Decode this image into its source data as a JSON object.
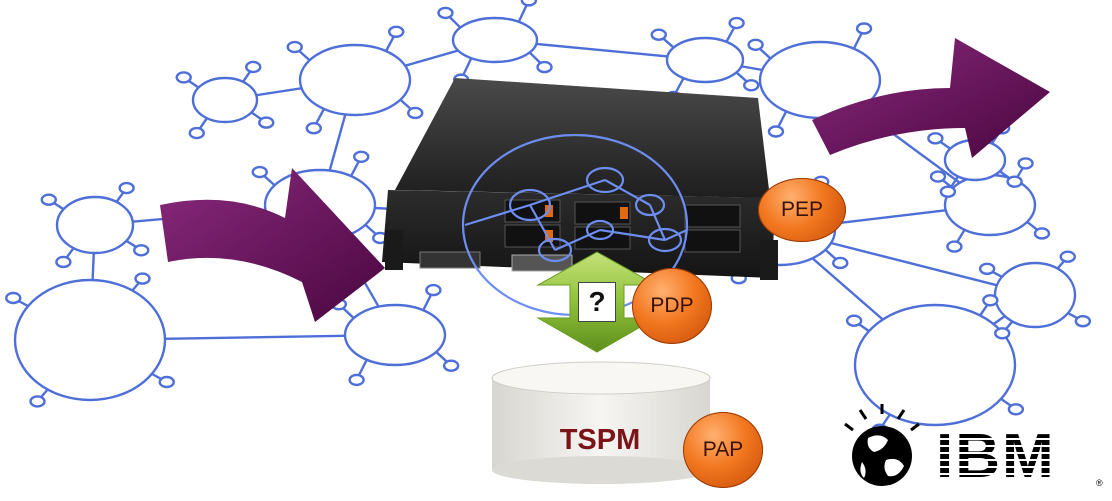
{
  "labels": {
    "pep": "PEP",
    "pdp": "PDP",
    "pap": "PAP",
    "tspm": "TSPM",
    "question": "?"
  },
  "logo": {
    "brand": "IBM",
    "registered": "®"
  },
  "colors": {
    "network_stroke": "#4f6fd8",
    "arrow": "#6a0f5e",
    "badge": "#f2771f",
    "two_way_arrow": "#8fc13a",
    "database": "#ecebe6",
    "server": "#2a2a2a",
    "tspm_text": "#7a1418"
  },
  "icons": [
    "network-graph",
    "server-appliance",
    "flow-arrow",
    "two-way-arrow",
    "database-cylinder",
    "globe-icon"
  ]
}
